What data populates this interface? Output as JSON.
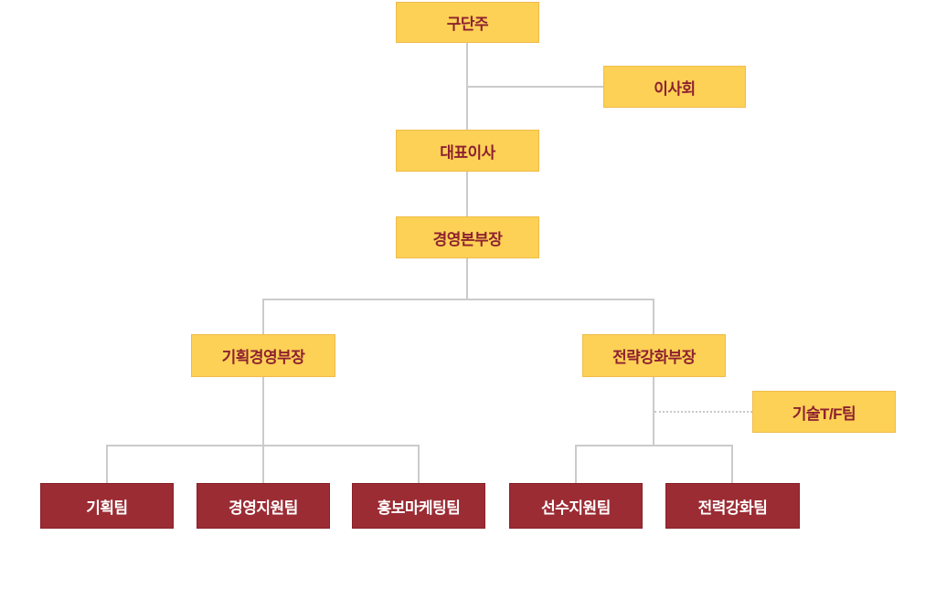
{
  "diagram": {
    "type": "org-chart",
    "nodes": {
      "owner": {
        "label": "구단주",
        "level": "executive"
      },
      "board": {
        "label": "이사회",
        "level": "executive"
      },
      "ceo": {
        "label": "대표이사",
        "level": "executive"
      },
      "hq": {
        "label": "경영본부장",
        "level": "executive"
      },
      "planning_dir": {
        "label": "기획경영부장",
        "level": "executive"
      },
      "strategy_dir": {
        "label": "전략강화부장",
        "level": "executive"
      },
      "tech_tf": {
        "label": "기술T/F팀",
        "level": "executive"
      },
      "planning_team": {
        "label": "기획팀",
        "level": "team"
      },
      "mgmt_support": {
        "label": "경영지원팀",
        "level": "team"
      },
      "pr_marketing": {
        "label": "홍보마케팅팀",
        "level": "team"
      },
      "player_support": {
        "label": "선수지원팀",
        "level": "team"
      },
      "power_team": {
        "label": "전력강화팀",
        "level": "team"
      }
    },
    "edges": [
      {
        "from": "owner",
        "to": "board",
        "style": "solid"
      },
      {
        "from": "owner",
        "to": "ceo",
        "style": "solid"
      },
      {
        "from": "ceo",
        "to": "hq",
        "style": "solid"
      },
      {
        "from": "hq",
        "to": "planning_dir",
        "style": "solid"
      },
      {
        "from": "hq",
        "to": "strategy_dir",
        "style": "solid"
      },
      {
        "from": "strategy_dir",
        "to": "tech_tf",
        "style": "dotted"
      },
      {
        "from": "planning_dir",
        "to": "planning_team",
        "style": "solid"
      },
      {
        "from": "planning_dir",
        "to": "mgmt_support",
        "style": "solid"
      },
      {
        "from": "planning_dir",
        "to": "pr_marketing",
        "style": "solid"
      },
      {
        "from": "strategy_dir",
        "to": "player_support",
        "style": "solid"
      },
      {
        "from": "strategy_dir",
        "to": "power_team",
        "style": "solid"
      }
    ],
    "colors": {
      "executive_fill": "#FCD155",
      "executive_border": "#EFBC4B",
      "executive_text": "#8E2130",
      "team_fill": "#9B2C34",
      "team_border": "#8A2029",
      "team_text": "#FFFFFF",
      "connector": "#CBCBCB",
      "background": "#FFFFFF"
    }
  }
}
